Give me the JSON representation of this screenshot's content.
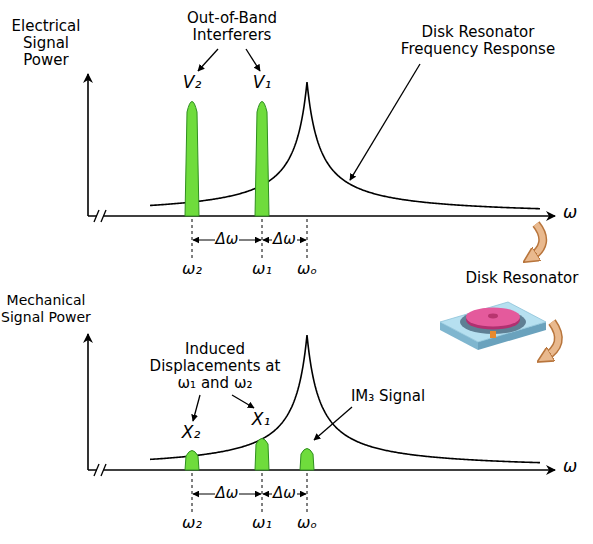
{
  "diagram": {
    "labels": [
      "Electrical Signal Power",
      "Out-of-Band Interferers",
      "V₂",
      "V₁",
      "Disk Resonator Frequency Response",
      "ω",
      "Δω",
      "Δω",
      "ω₂",
      "ω₁",
      "ωₒ",
      "Disk Resonator",
      "Mechanical Signal Power",
      "Induced Displacements at ω₁ and ω₂",
      "X₂",
      "X₁",
      "IM₃ Signal",
      "ω",
      "Δω",
      "Δω",
      "ω₂",
      "ω₁",
      "ωₒ"
    ]
  }
}
